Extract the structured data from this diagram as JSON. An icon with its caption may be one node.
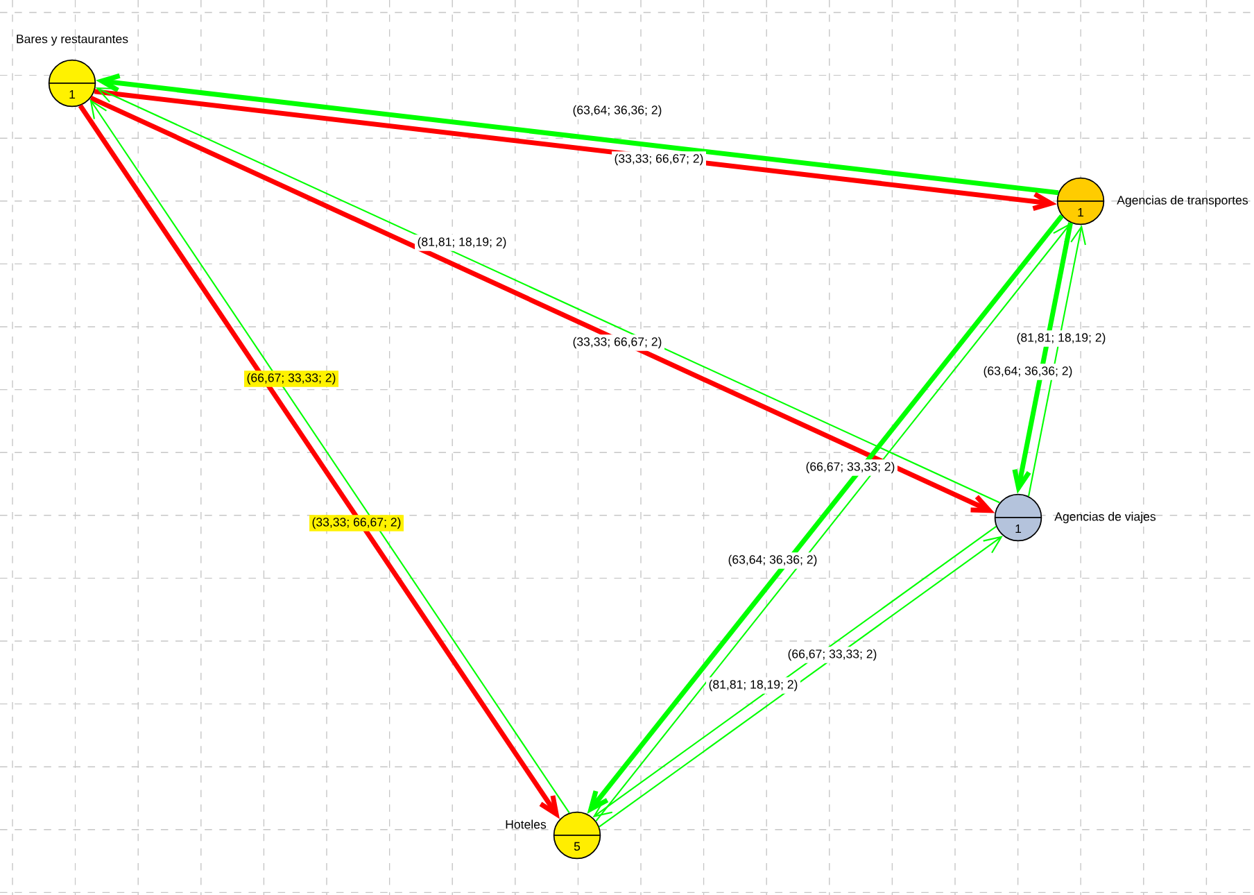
{
  "diagram": {
    "nodes": [
      {
        "text": [
          "Bares y restaurantes",
          "1"
        ]
      },
      {
        "text": [
          "Agencias de transportes",
          "1"
        ]
      },
      {
        "text": [
          "Agencias de viajes",
          "1"
        ]
      },
      {
        "text": [
          "Hoteles",
          "5"
        ]
      }
    ],
    "edges": [
      {
        "from": 1,
        "to": 0,
        "arrow": "to",
        "label": "(63,64; 36,36; 2)",
        "style": "thick"
      },
      {
        "from": 0,
        "to": 1,
        "arrow": "to",
        "label": "(33,33; 66,67; 2)",
        "style": "thick",
        "color": "#ff0000"
      },
      {
        "from": 0,
        "to": 2,
        "arrow": "to",
        "label": "(33,33; 66,67; 2)",
        "style": "thick",
        "color": "#ff0000"
      },
      {
        "from": 2,
        "to": 0,
        "arrow": "to",
        "label": "(81,81; 18,19; 2)"
      },
      {
        "from": 0,
        "to": 3,
        "arrow": "to",
        "label": "(33,33; 66,67; 2)",
        "style": "thick",
        "color": "#ff0000"
      },
      {
        "from": 3,
        "to": 0,
        "arrow": "to",
        "label": "(66,67; 33,33; 2)"
      },
      {
        "from": 1,
        "to": 3,
        "arrow": "to",
        "label": "(63,64; 36,36; 2)",
        "style": "thick"
      },
      {
        "from": 3,
        "to": 1,
        "arrow": "to",
        "label": "(66,67; 33,33; 2)"
      },
      {
        "from": 1,
        "to": 2,
        "arrow": "to",
        "label": "(63,64; 36,36; 2)",
        "style": "thick"
      },
      {
        "from": 2,
        "to": 1,
        "arrow": "to",
        "label": "(81,81; 18,19; 2)"
      },
      {
        "from": 3,
        "to": 2,
        "arrow": "to",
        "label": "(66,67; 33,33; 2)"
      },
      {
        "from": 2,
        "to": 3,
        "arrow": "to",
        "label": "(81,81; 18,19; 2)"
      }
    ]
  }
}
